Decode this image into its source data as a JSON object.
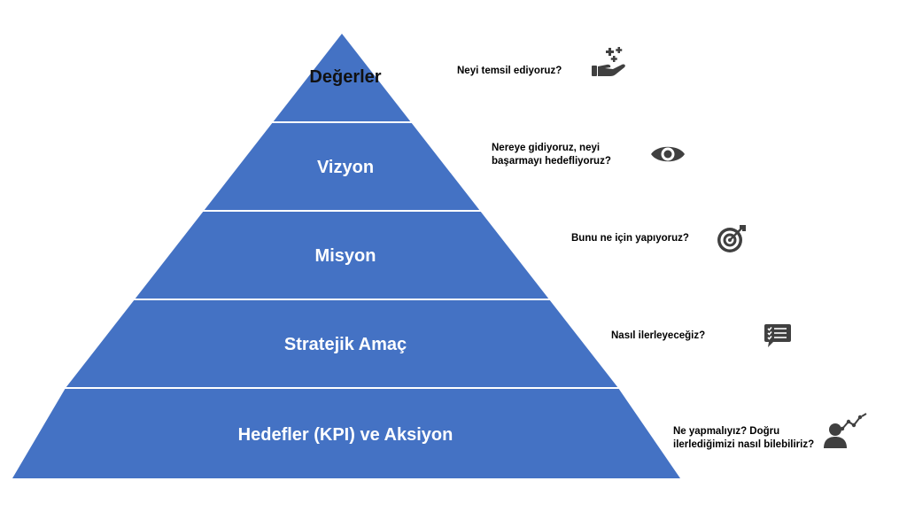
{
  "colors": {
    "tier_fill": "#4472C4",
    "divider": "#ffffff",
    "icon": "#404040"
  },
  "tiers": [
    {
      "label": "Değerler",
      "question": "Neyi temsil ediyoruz?",
      "icon": "hand-sparkles-icon"
    },
    {
      "label": "Vizyon",
      "question_lines": [
        "Nereye gidiyoruz, neyi",
        "başarmayı hedefliyoruz?"
      ],
      "icon": "eye-icon"
    },
    {
      "label": "Misyon",
      "question": "Bunu ne için yapıyoruz?",
      "icon": "target-icon"
    },
    {
      "label": "Stratejik Amaç",
      "question": "Nasıl ilerleyeceğiz?",
      "icon": "checklist-chat-icon"
    },
    {
      "label": "Hedefler (KPI) ve Aksiyon",
      "question_lines": [
        "Ne yapmalıyız? Doğru",
        "ilerlediğimizi nasıl bilebiliriz?"
      ],
      "icon": "person-growth-icon"
    }
  ]
}
